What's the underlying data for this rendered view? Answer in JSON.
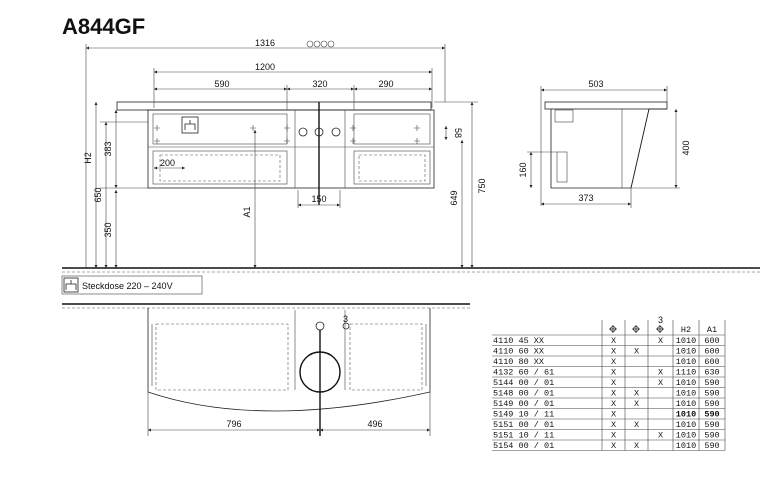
{
  "title": "A844GF",
  "legend": {
    "text": "Steckdose 220 – 240V",
    "icon": "socket-icon"
  },
  "front_view": {
    "dims": {
      "overall_width": "1316",
      "inner_width": "1200",
      "seg_left": "590",
      "seg_mid": "320",
      "seg_right": "290",
      "socket_offset": "200",
      "drain_width": "150",
      "side_58": "58",
      "height_383": "383",
      "height_650": "650",
      "height_350": "350",
      "height_649": "649",
      "height_750": "750",
      "label_h2": "H2",
      "label_a1": "A1"
    }
  },
  "side_view": {
    "dims": {
      "depth_top": "503",
      "depth_bottom": "373",
      "height": "400",
      "inner_160": "160"
    }
  },
  "plan_view": {
    "dims": {
      "left": "796",
      "right": "496"
    },
    "marker": "3"
  },
  "table": {
    "headers": [
      "",
      "socket-icon",
      "socket-icon",
      "socket-icon",
      "H2",
      "A1"
    ],
    "header_marker": "3",
    "rows": [
      {
        "code": "4110  45  XX",
        "c1": "X",
        "c2": "",
        "c3": "X",
        "h2": "1010",
        "a1": "600",
        "bold": false
      },
      {
        "code": "4110  60  XX",
        "c1": "X",
        "c2": "X",
        "c3": "",
        "h2": "1010",
        "a1": "600",
        "bold": false
      },
      {
        "code": "4110  80  XX",
        "c1": "X",
        "c2": "",
        "c3": "",
        "h2": "1010",
        "a1": "600",
        "bold": false
      },
      {
        "code": "4132  60 / 61",
        "c1": "X",
        "c2": "",
        "c3": "X",
        "h2": "1110",
        "a1": "630",
        "bold": false
      },
      {
        "code": "5144  00 / 01",
        "c1": "X",
        "c2": "",
        "c3": "X",
        "h2": "1010",
        "a1": "590",
        "bold": false
      },
      {
        "code": "5148  00 / 01",
        "c1": "X",
        "c2": "X",
        "c3": "",
        "h2": "1010",
        "a1": "590",
        "bold": false
      },
      {
        "code": "5149  00 / 01",
        "c1": "X",
        "c2": "X",
        "c3": "",
        "h2": "1010",
        "a1": "590",
        "bold": false
      },
      {
        "code": "5149  10 / 11",
        "c1": "X",
        "c2": "",
        "c3": "",
        "h2": "1010",
        "a1": "590",
        "bold": true
      },
      {
        "code": "5151  00 / 01",
        "c1": "X",
        "c2": "X",
        "c3": "",
        "h2": "1010",
        "a1": "590",
        "bold": false
      },
      {
        "code": "5151  10 / 11",
        "c1": "X",
        "c2": "",
        "c3": "X",
        "h2": "1010",
        "a1": "590",
        "bold": false
      },
      {
        "code": "5154  00 / 01",
        "c1": "X",
        "c2": "X",
        "c3": "",
        "h2": "1010",
        "a1": "590",
        "bold": false
      }
    ]
  }
}
